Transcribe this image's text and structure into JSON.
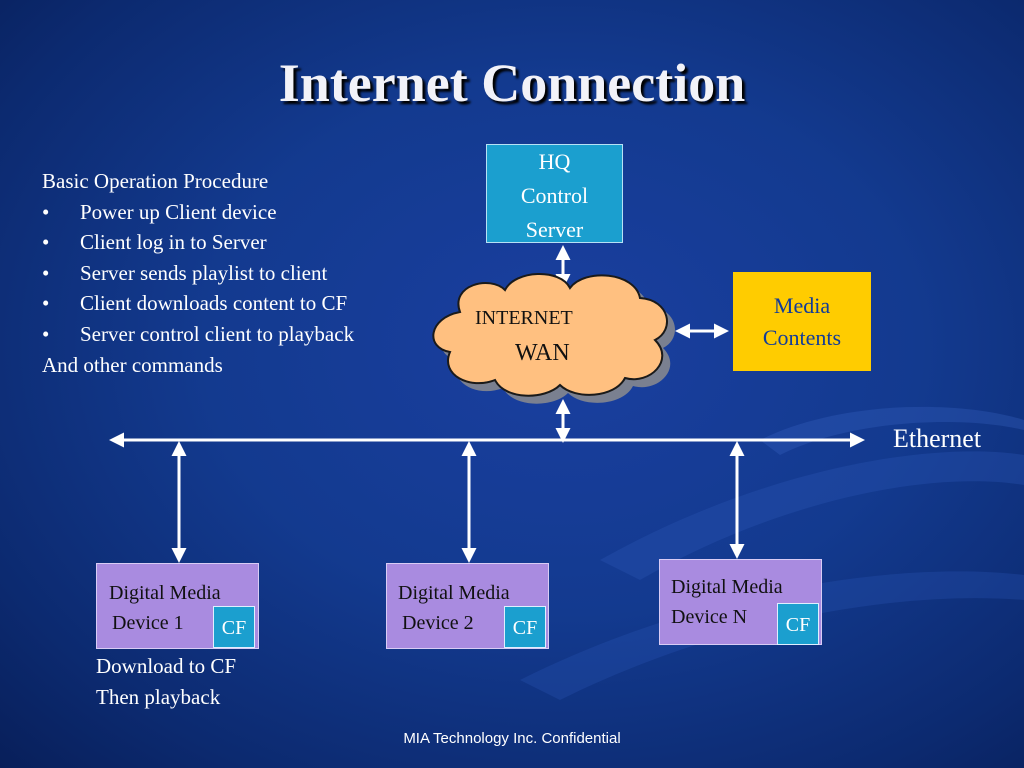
{
  "slide": {
    "title": "Internet Connection",
    "footer": "MIA Technology Inc. Confidential"
  },
  "procedure": {
    "heading": "Basic Operation Procedure",
    "bullet_symbol": "•",
    "items": [
      "Power up Client device",
      "Client log in to Server",
      "Server sends playlist to client",
      "Client downloads content to CF",
      "Server control client to playback"
    ],
    "closing": "And other commands"
  },
  "hq_server": {
    "line1": "HQ",
    "line2": "Control",
    "line3": "Server"
  },
  "cloud": {
    "label1": "INTERNET",
    "label2": "WAN"
  },
  "media": {
    "line1": "Media",
    "line2": "Contents"
  },
  "ethernet_label": "Ethernet",
  "devices": [
    {
      "line1": "Digital Media",
      "line2": "Device 1",
      "cf": "CF"
    },
    {
      "line1": "Digital Media",
      "line2": "Device 2",
      "cf": "CF"
    },
    {
      "line1": "Digital Media",
      "line2": "Device N",
      "cf": "CF"
    }
  ],
  "note": {
    "line1": "Download to CF",
    "line2": "Then playback"
  },
  "colors": {
    "background": "#133a8f",
    "hq_box": "#1b9fcf",
    "media_box": "#ffcc00",
    "device_box": "#a98be0",
    "cloud_fill": "#ffc080"
  }
}
